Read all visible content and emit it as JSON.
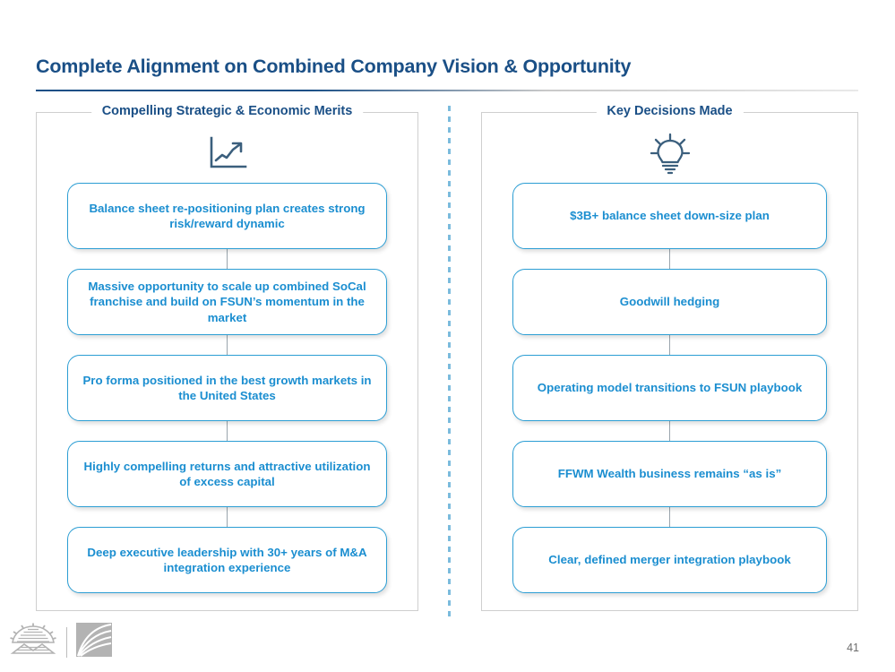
{
  "slide": {
    "title": "Complete Alignment on Combined Company Vision & Opportunity",
    "page_number": "41",
    "accent_dark_blue": "#1a4f86",
    "accent_light_blue": "#1b8ed0",
    "node_border_color": "#2c9ed4",
    "divider_color": "#7bbbdd"
  },
  "left_column": {
    "heading": "Compelling Strategic & Economic Merits",
    "icon": "growth-chart-icon",
    "nodes": [
      {
        "text": "Balance sheet re-positioning plan creates strong risk/reward dynamic"
      },
      {
        "text": "Massive opportunity to scale up combined SoCal franchise and build on FSUN’s momentum in the market"
      },
      {
        "text": "Pro forma positioned in the best growth markets in the United States"
      },
      {
        "text": "Highly compelling returns and attractive utilization of excess capital"
      },
      {
        "text": "Deep executive leadership with 30+ years of M&A integration experience"
      }
    ]
  },
  "right_column": {
    "heading": "Key Decisions Made",
    "icon": "lightbulb-icon",
    "nodes": [
      {
        "text": "$3B+ balance sheet down-size plan"
      },
      {
        "text": "Goodwill hedging"
      },
      {
        "text": "Operating model transitions to FSUN playbook"
      },
      {
        "text": "FFWM Wealth business remains “as is”"
      },
      {
        "text": "Clear, defined merger integration playbook"
      }
    ]
  },
  "footer": {
    "logo_primary": "sunrise-mountain-logo",
    "logo_secondary": "wave-mark-logo"
  }
}
